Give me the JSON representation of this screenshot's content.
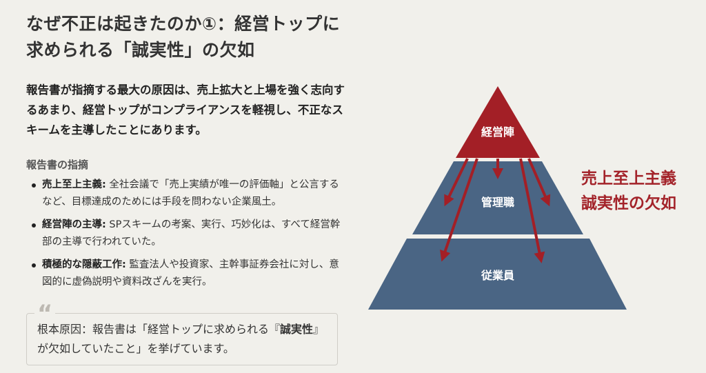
{
  "title": "なぜ不正は起きたのか①：経営トップに求められる「誠実性」の欠如",
  "lead": "報告書が指摘する最大の原因は、売上拡大と上場を強く志向するあまり、経営トップがコンプライアンスを軽視し、不正なスキームを主導したことにあります。",
  "findings": {
    "heading": "報告書の指摘",
    "items": [
      {
        "label": "売上至上主義:",
        "text": " 全社会議で「売上実績が唯一の評価軸」と公言するなど、目標達成のためには手段を問わない企業風土。"
      },
      {
        "label": "経営陣の主導:",
        "text": " SPスキームの考案、実行、巧妙化は、すべて経営幹部の主導で行われていた。"
      },
      {
        "label": "積極的な隠蔽工作:",
        "text": " 監査法人や投資家、主幹事証券会社に対し、意図的に虚偽説明や資料改ざんを実行。"
      }
    ]
  },
  "quote": {
    "mark": "“",
    "prefix": "根本原因：報告書は「経営トップに求められる『",
    "bold": "誠実性",
    "suffix": "』が欠如していたこと」を挙げています。"
  },
  "pyramid": {
    "levels": [
      "経営陣",
      "管理職",
      "従業員"
    ],
    "top_color": "#a31f26",
    "lower_color": "#4a6584"
  },
  "side_text": [
    "売上至上主義",
    "誠実性の欠如"
  ]
}
